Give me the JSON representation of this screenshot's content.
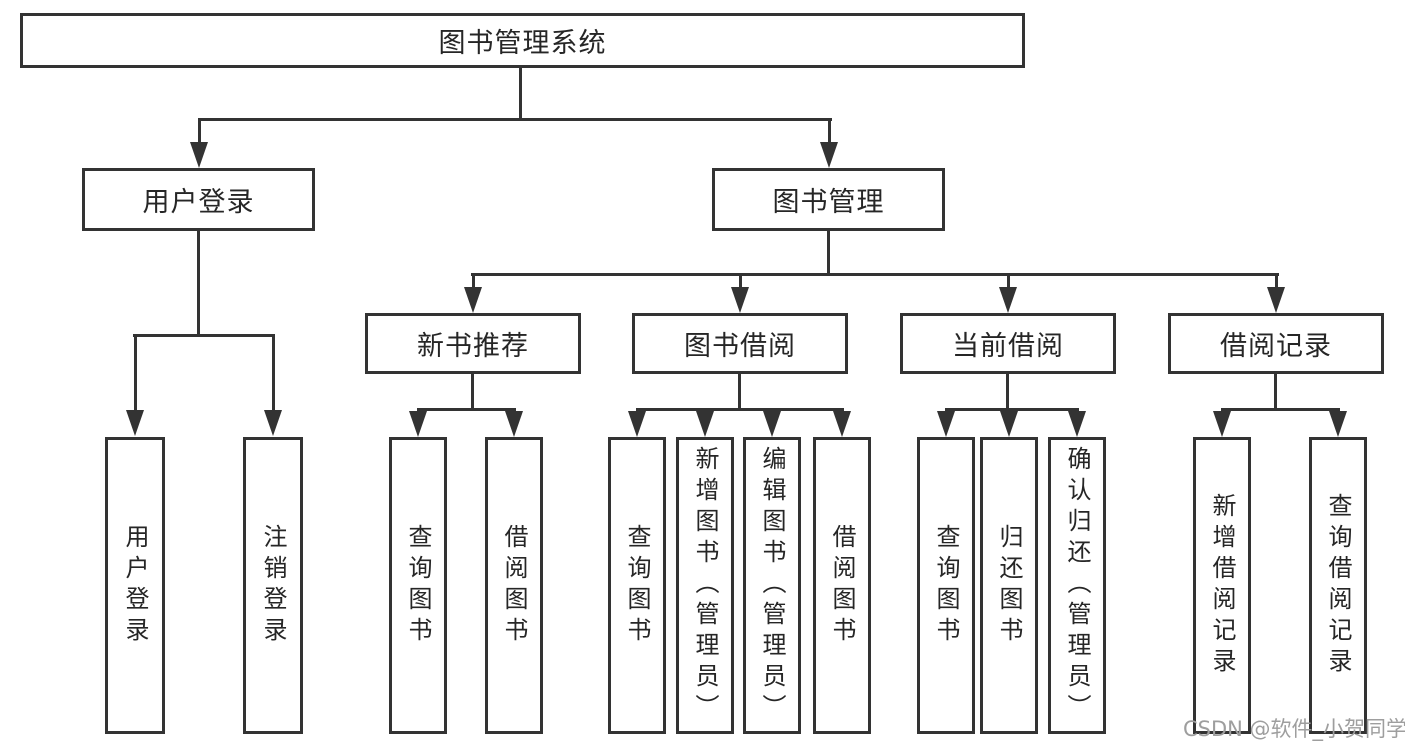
{
  "colors": {
    "line": "#333333",
    "text": "#262626",
    "background": "#ffffff",
    "watermark": "#9e9e9e"
  },
  "watermark": {
    "text": "CSDN @软件_小贺同学"
  },
  "nodes": {
    "root": {
      "label": "图书管理系统"
    },
    "user_login": {
      "label": "用户登录"
    },
    "book_management": {
      "label": "图书管理"
    },
    "user_login_children": [
      {
        "label": "用户登录"
      },
      {
        "label": "注销登录"
      }
    ],
    "new_book_recommend": {
      "label": "新书推荐"
    },
    "book_borrow": {
      "label": "图书借阅"
    },
    "current_borrow": {
      "label": "当前借阅"
    },
    "borrow_records": {
      "label": "借阅记录"
    },
    "new_book_recommend_children": [
      {
        "label": "查询图书"
      },
      {
        "label": "借阅图书"
      }
    ],
    "book_borrow_children": [
      {
        "label": "查询图书"
      },
      {
        "label": "新增图书（管理员）"
      },
      {
        "label": "编辑图书（管理员）"
      },
      {
        "label": "借阅图书"
      }
    ],
    "current_borrow_children": [
      {
        "label": "查询图书"
      },
      {
        "label": "归还图书"
      },
      {
        "label": "确认归还（管理员）"
      }
    ],
    "borrow_records_children": [
      {
        "label": "新增借阅记录"
      },
      {
        "label": "查询借阅记录"
      }
    ]
  }
}
